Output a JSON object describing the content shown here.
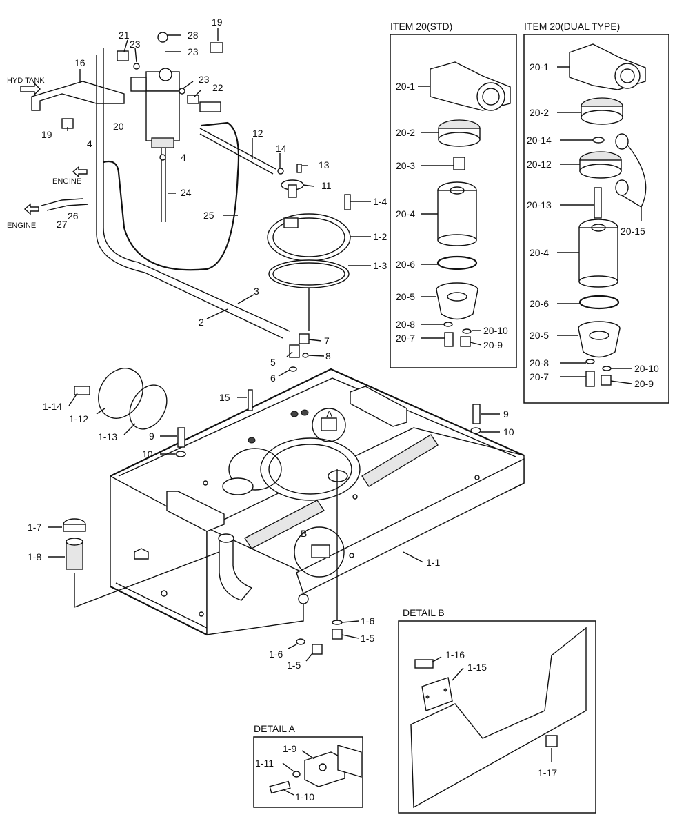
{
  "panels": {
    "std_title": "ITEM 20(STD)",
    "dual_title": "ITEM 20(DUAL TYPE)",
    "detail_a_title": "DETAIL A",
    "detail_b_title": "DETAIL B"
  },
  "annotations": {
    "hyd_tank": "HYD TANK",
    "engine_1": "ENGINE",
    "engine_2": "ENGINE",
    "circle_a": "A",
    "circle_b": "B"
  },
  "main_labels": [
    {
      "id": "19a",
      "text": "19"
    },
    {
      "id": "21",
      "text": "21"
    },
    {
      "id": "23a",
      "text": "23"
    },
    {
      "id": "28",
      "text": "28"
    },
    {
      "id": "23b",
      "text": "23"
    },
    {
      "id": "16",
      "text": "16"
    },
    {
      "id": "23c",
      "text": "23"
    },
    {
      "id": "22",
      "text": "22"
    },
    {
      "id": "20",
      "text": "20"
    },
    {
      "id": "19b",
      "text": "19"
    },
    {
      "id": "4a",
      "text": "4"
    },
    {
      "id": "4b",
      "text": "4"
    },
    {
      "id": "12",
      "text": "12"
    },
    {
      "id": "14",
      "text": "14"
    },
    {
      "id": "13",
      "text": "13"
    },
    {
      "id": "11",
      "text": "11"
    },
    {
      "id": "24",
      "text": "24"
    },
    {
      "id": "1-4",
      "text": "1-4"
    },
    {
      "id": "27",
      "text": "27"
    },
    {
      "id": "26",
      "text": "26"
    },
    {
      "id": "25",
      "text": "25"
    },
    {
      "id": "1-2",
      "text": "1-2"
    },
    {
      "id": "1-3",
      "text": "1-3"
    },
    {
      "id": "3",
      "text": "3"
    },
    {
      "id": "2",
      "text": "2"
    },
    {
      "id": "7",
      "text": "7"
    },
    {
      "id": "5",
      "text": "5"
    },
    {
      "id": "8",
      "text": "8"
    },
    {
      "id": "6",
      "text": "6"
    },
    {
      "id": "15",
      "text": "15"
    },
    {
      "id": "1-14",
      "text": "1-14"
    },
    {
      "id": "1-12",
      "text": "1-12"
    },
    {
      "id": "1-13",
      "text": "1-13"
    },
    {
      "id": "9a",
      "text": "9"
    },
    {
      "id": "10a",
      "text": "10"
    },
    {
      "id": "9b",
      "text": "9"
    },
    {
      "id": "10b",
      "text": "10"
    },
    {
      "id": "1-7",
      "text": "1-7"
    },
    {
      "id": "1-8",
      "text": "1-8"
    },
    {
      "id": "1-1",
      "text": "1-1"
    },
    {
      "id": "1-6a",
      "text": "1-6"
    },
    {
      "id": "1-5a",
      "text": "1-5"
    },
    {
      "id": "1-6b",
      "text": "1-6"
    },
    {
      "id": "1-5b",
      "text": "1-5"
    }
  ],
  "std_labels": [
    {
      "id": "s20-1",
      "text": "20-1"
    },
    {
      "id": "s20-2",
      "text": "20-2"
    },
    {
      "id": "s20-3",
      "text": "20-3"
    },
    {
      "id": "s20-4",
      "text": "20-4"
    },
    {
      "id": "s20-6",
      "text": "20-6"
    },
    {
      "id": "s20-5",
      "text": "20-5"
    },
    {
      "id": "s20-8",
      "text": "20-8"
    },
    {
      "id": "s20-10",
      "text": "20-10"
    },
    {
      "id": "s20-7",
      "text": "20-7"
    },
    {
      "id": "s20-9",
      "text": "20-9"
    }
  ],
  "dual_labels": [
    {
      "id": "d20-1",
      "text": "20-1"
    },
    {
      "id": "d20-2",
      "text": "20-2"
    },
    {
      "id": "d20-14",
      "text": "20-14"
    },
    {
      "id": "d20-12",
      "text": "20-12"
    },
    {
      "id": "d20-13",
      "text": "20-13"
    },
    {
      "id": "d20-15",
      "text": "20-15"
    },
    {
      "id": "d20-4",
      "text": "20-4"
    },
    {
      "id": "d20-6",
      "text": "20-6"
    },
    {
      "id": "d20-5",
      "text": "20-5"
    },
    {
      "id": "d20-8",
      "text": "20-8"
    },
    {
      "id": "d20-10",
      "text": "20-10"
    },
    {
      "id": "d20-7",
      "text": "20-7"
    },
    {
      "id": "d20-9",
      "text": "20-9"
    }
  ],
  "detail_labels": [
    {
      "id": "1-9",
      "text": "1-9"
    },
    {
      "id": "1-11",
      "text": "1-11"
    },
    {
      "id": "1-10",
      "text": "1-10"
    },
    {
      "id": "1-16",
      "text": "1-16"
    },
    {
      "id": "1-15",
      "text": "1-15"
    },
    {
      "id": "1-17",
      "text": "1-17"
    }
  ]
}
